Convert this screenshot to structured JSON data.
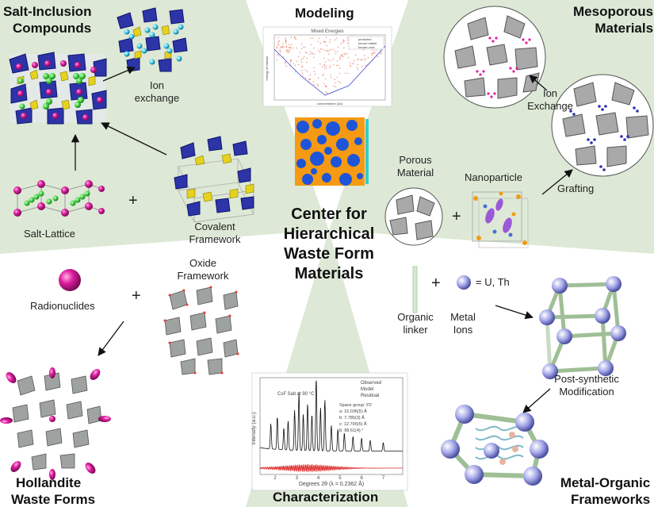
{
  "center_title": [
    "Center for",
    "Hierarchical",
    "Waste Form",
    "Materials"
  ],
  "quadrants": {
    "salt_inclusion": {
      "title_lines": [
        "Salt-Inclusion",
        "Compounds"
      ],
      "ion_exchange": [
        "Ion",
        "exchange"
      ],
      "salt_lattice": "Salt-Lattice",
      "covalent_framework": [
        "Covalent",
        "Framework"
      ]
    },
    "modeling": {
      "title": "Modeling"
    },
    "mesoporous": {
      "title_lines": [
        "Mesoporous",
        "Materials"
      ],
      "ion_exchange": [
        "Ion",
        "Exchange"
      ],
      "porous_material": [
        "Porous",
        "Material"
      ],
      "nanoparticle": "Nanoparticle",
      "grafting": "Grafting"
    },
    "hollandite": {
      "title_lines": [
        "Hollandite",
        "Waste Forms"
      ],
      "radionuclides": "Radionuclides",
      "oxide_framework": [
        "Oxide",
        "Framework"
      ]
    },
    "characterization": {
      "title": "Characterization"
    },
    "mof": {
      "title_lines": [
        "Metal-Organic",
        "Frameworks"
      ],
      "organic_linker": [
        "Organic",
        "linker"
      ],
      "metal_ions": [
        "Metal",
        "Ions"
      ],
      "metal_legend": "= U, Th",
      "post_synthetic": [
        "Post-synthetic",
        "Modification"
      ]
    }
  },
  "plus_sign": "+",
  "modeling_plot": {
    "title": "Mixed Energies",
    "legend": [
      "predicted",
      "known stable",
      "known unst."
    ],
    "xlabel": "concentration (Ac)",
    "ylabel": "energy of mixture",
    "yticks": [
      "0.15",
      "0.1",
      "0.05",
      "0",
      "-0.05",
      "-0.1",
      "-0.15",
      "-0.2",
      "-0.25",
      "-0.3"
    ],
    "xticks": [
      "0",
      "0.2",
      "0.4",
      "0.6",
      "0.8",
      "1"
    ]
  },
  "xrd_plot": {
    "sample": "CsF Salt at 90 °C",
    "legend": [
      "Observed",
      "Model",
      "Residual"
    ],
    "params": [
      "Space group: P2",
      "a: 15.036(5) Å",
      "b: 7.785(3) Å",
      "c: 12.795(5) Å",
      "β: 98.61(4) °"
    ],
    "ylabel": "Intensity (a.u.)",
    "xlabel": "Degrees 2θ (λ = 0.2362 Å)",
    "xticks": [
      "2",
      "3",
      "4",
      "5",
      "6",
      "7"
    ]
  },
  "colors": {
    "bg_green": "#dde9d6",
    "bg_light": "#f4f8f1",
    "framework_blue": "#2c34a8",
    "framework_yellow": "#e6d21e",
    "magenta": "#e01ea0",
    "green_atom": "#3ccf3c",
    "grey_particle": "#a9a9a9",
    "mof_sphere": "#a5a8e8",
    "linker": "#d7e9d2"
  }
}
